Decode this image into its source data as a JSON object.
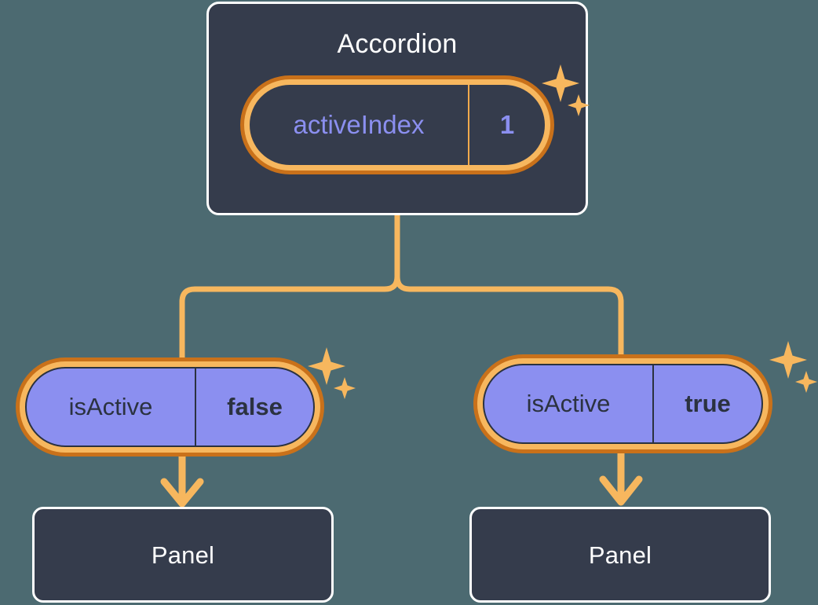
{
  "theme": {
    "background": "#4c6a71",
    "card_fill": "#353c4c",
    "card_border": "#ffffff",
    "ring_outer": "#c9711a",
    "ring_inner": "#f7b75e",
    "wire": "#f7b75e",
    "accent_purple": "#8b8ff0",
    "text_dark": "#2b3240",
    "text_light": "#ffffff"
  },
  "diagram": {
    "type": "component-tree",
    "root": {
      "name": "accordion-card",
      "title": "Accordion",
      "prop": {
        "key": "activeIndex",
        "value": "1",
        "highlighted": true
      },
      "sparkle": "sparkle-icon"
    },
    "children": [
      {
        "name": "panel-branch-left",
        "prop": {
          "key": "isActive",
          "value": "false",
          "highlighted": true
        },
        "sparkle": "sparkle-icon",
        "card": {
          "title": "Panel"
        },
        "arrow": "arrow-down-icon"
      },
      {
        "name": "panel-branch-right",
        "prop": {
          "key": "isActive",
          "value": "true",
          "highlighted": true
        },
        "sparkle": "sparkle-icon",
        "card": {
          "title": "Panel"
        },
        "arrow": "arrow-down-icon"
      }
    ]
  }
}
